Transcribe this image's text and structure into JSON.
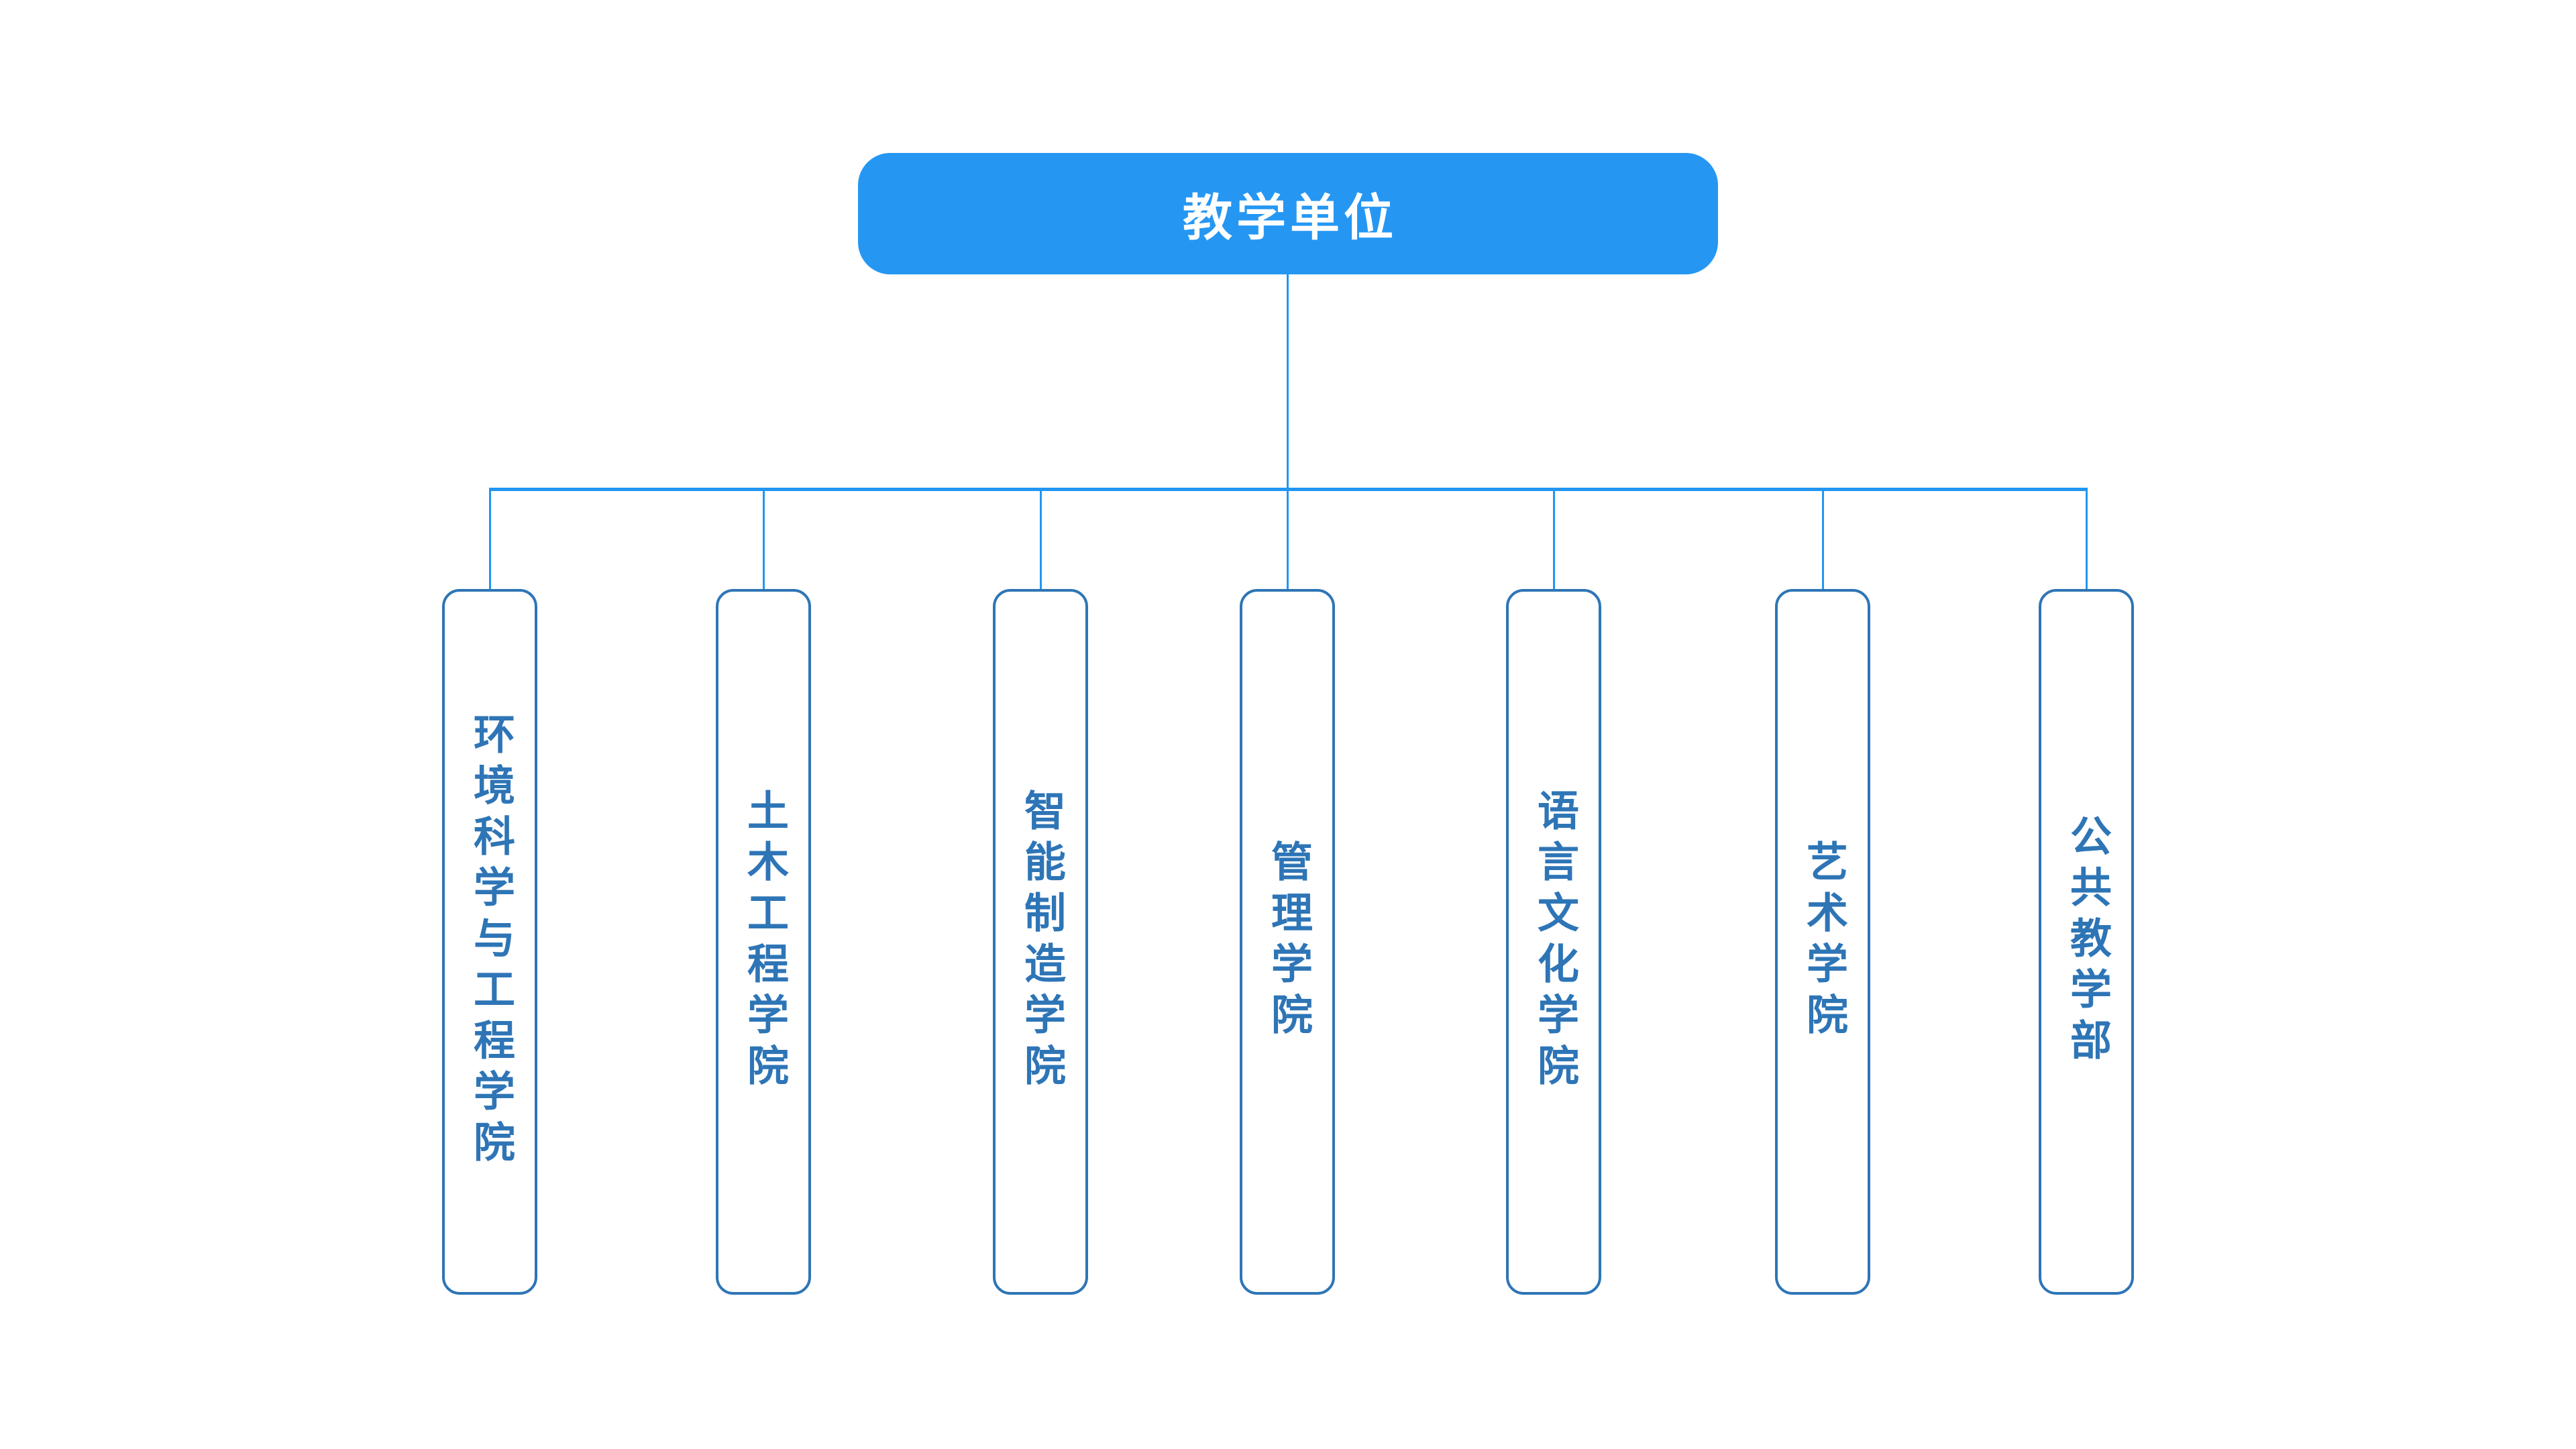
{
  "colors": {
    "accent": "#2597F3",
    "line": "#2196F3",
    "node_border": "#2E75B6",
    "node_text": "#2E75B6",
    "root_text": "#FFFFFF",
    "background": "#FFFFFF"
  },
  "diagram": {
    "type": "org-chart",
    "root": {
      "label": "教学单位"
    },
    "children": [
      {
        "label": "环境科学与工程学院"
      },
      {
        "label": "土木工程学院"
      },
      {
        "label": "智能制造学院"
      },
      {
        "label": "管理学院"
      },
      {
        "label": "语言文化学院"
      },
      {
        "label": "艺术学院"
      },
      {
        "label": "公共教学部"
      }
    ]
  }
}
